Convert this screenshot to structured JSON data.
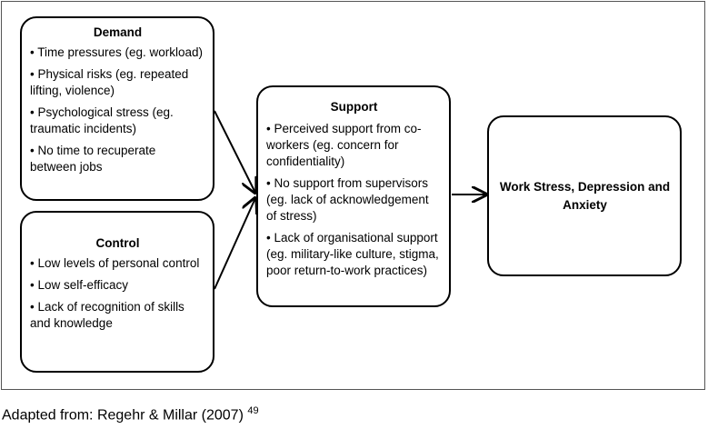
{
  "demand": {
    "title": "Demand",
    "items": [
      "Time pressures (eg. workload)",
      "Physical risks (eg. repeated lifting, violence)",
      "Psychological stress (eg. traumatic incidents)",
      "No time to recuperate between jobs"
    ]
  },
  "control": {
    "title": "Control",
    "items": [
      "Low levels of personal control",
      "Low self-efficacy",
      "Lack of recognition of skills and knowledge"
    ]
  },
  "support": {
    "title": "Support",
    "items": [
      "Perceived support from co-workers (eg. concern for confidentiality)",
      "No support from supervisors (eg. lack of acknowledgement of stress)",
      "Lack of organisational support (eg. military-like culture, stigma, poor return-to-work practices)"
    ]
  },
  "outcome": {
    "title": "Work Stress, Depression and Anxiety"
  },
  "caption": {
    "text": "Adapted from: Regehr & Millar (2007)",
    "ref": "49"
  }
}
